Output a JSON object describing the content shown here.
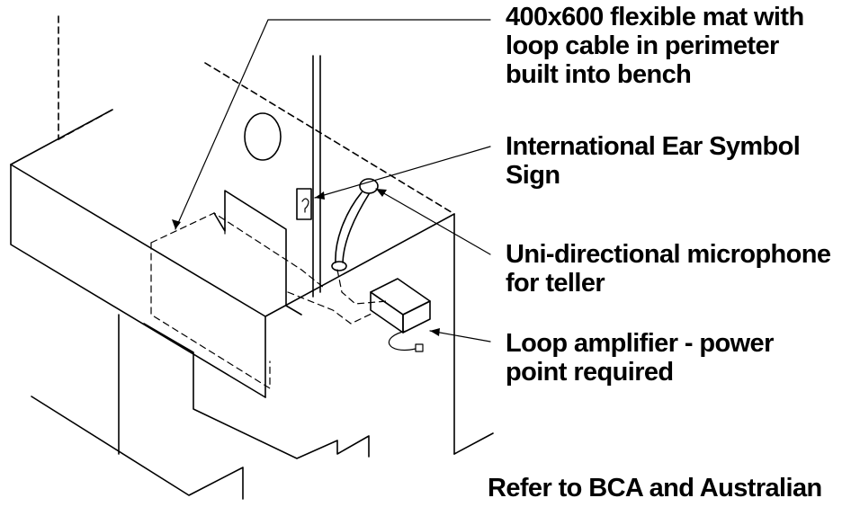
{
  "labels": {
    "mat": {
      "line1": "400x600 flexible mat with",
      "line2": "loop cable in perimeter",
      "line3": "built into bench"
    },
    "ear_sign": {
      "line1": "International Ear Symbol",
      "line2": "Sign"
    },
    "microphone": {
      "line1": "Uni-directional microphone",
      "line2": "for teller"
    },
    "amplifier": {
      "line1": "Loop amplifier - power",
      "line2": "point required"
    },
    "reference": {
      "line1": "Refer to BCA and Australian"
    }
  },
  "colors": {
    "line": "#000000",
    "background": "#ffffff"
  }
}
